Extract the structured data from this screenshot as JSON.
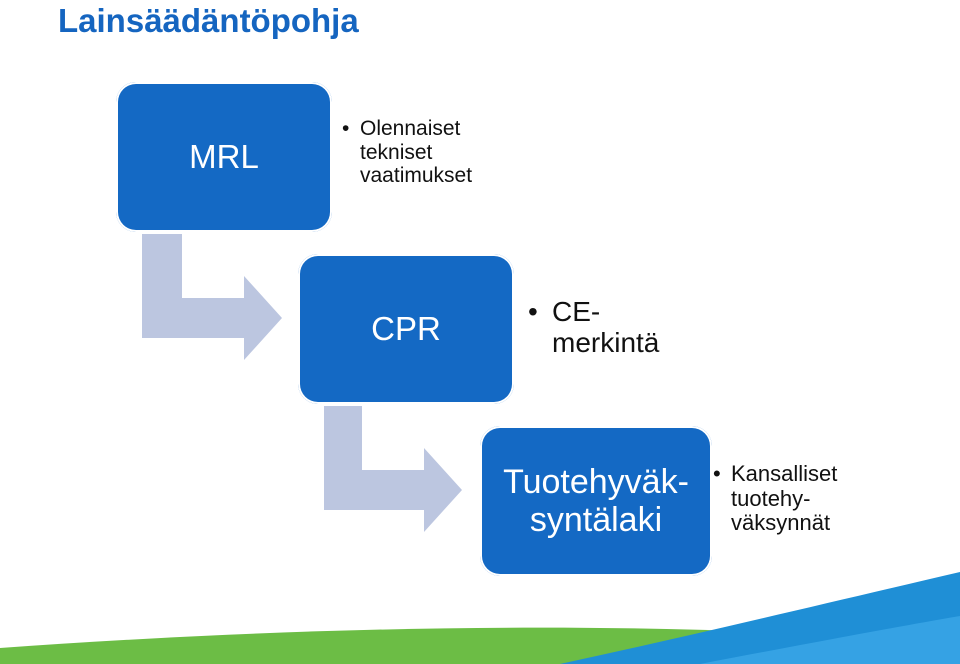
{
  "title": "Lainsäädäntöpohja",
  "steps": [
    {
      "label": "MRL",
      "bullet": "Olennaiset\ntekniset\nvaatimukset"
    },
    {
      "label": "CPR",
      "bullet": "CE-\nmerkintä"
    },
    {
      "label": "Tuotehyväk-\nsyntälaki",
      "bullet": "Kansalliset\ntuotehy-\nväksynnät"
    }
  ],
  "colors": {
    "title": "#1565c0",
    "box": "#1469c4",
    "arrow": "#bcc6e0",
    "swoosh_green": "#6cbd45",
    "swoosh_blue": "#1f8fd6"
  }
}
